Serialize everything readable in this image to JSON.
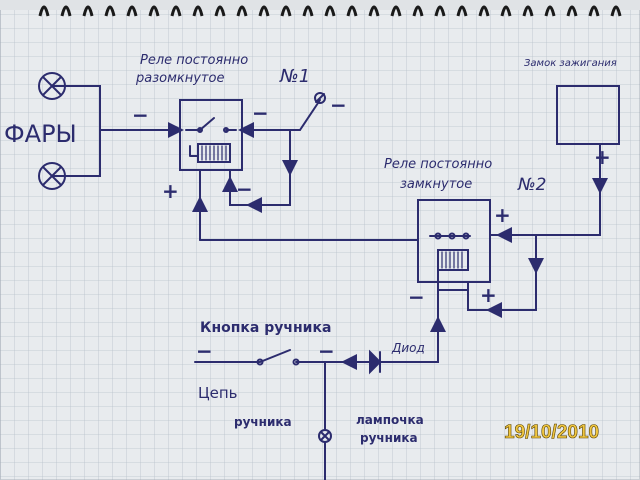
{
  "labels": {
    "headlights": "ФАРЫ",
    "relay1_title": "Реле постоянно",
    "relay1_sub": "разомкнутое",
    "relay1_num": "№1",
    "ignition": "Замок зажигания",
    "relay2_title": "Реле постоянно",
    "relay2_sub": "замкнутое",
    "relay2_num": "№2",
    "button": "Кнопка ручника",
    "diode": "Диод",
    "circuit": "Цепь",
    "handbrake": "ручника",
    "lamp_1": "лампочка",
    "lamp_2": "ручника"
  },
  "signs": {
    "minus": "−",
    "plus": "+"
  },
  "date_stamp": "19/10/2010",
  "colors": {
    "ink": "#2c2c6e",
    "grid": "#b9c2cc",
    "paper": "#e8ebee",
    "stamp": "#f0c640"
  },
  "icons": [
    "lamp-x-icon",
    "ground-icon",
    "relay-coil-icon",
    "diode-icon",
    "switch-icon"
  ]
}
